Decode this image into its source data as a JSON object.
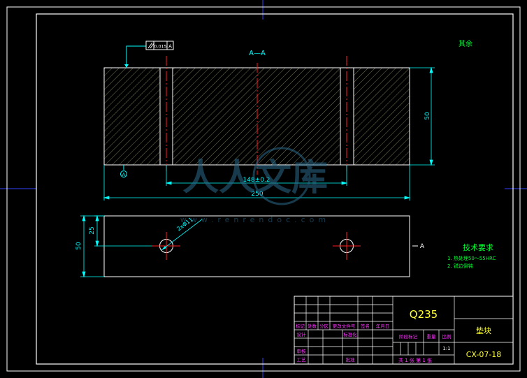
{
  "colors": {
    "background": "#000000",
    "outline": "#ffffff",
    "centerline": "#ff2020",
    "dimension": "#00ffff",
    "hatch": "#c8c890",
    "text_green": "#00ff33",
    "text_yellow": "#ffff33",
    "text_magenta": "#ff33ff",
    "frame_mark": "#3344ff",
    "watermark": "#2a6a8a"
  },
  "section": {
    "label": "A—A",
    "roughness_note": "其余",
    "tolerance_value": "0.015",
    "tolerance_datum": "A",
    "datum_marker": "A",
    "hole_spacing_dim": "148±0.2",
    "overall_length_dim": "250",
    "height_dim": "50"
  },
  "plan": {
    "outer_height_dim": "50",
    "center_height_dim": "25",
    "hole_dim": "2xΦ11",
    "section_mark": "A"
  },
  "tech_requirements": {
    "heading": "技术要求",
    "items": [
      "1. 热处理50～55HRC",
      "2. 锐边倒钝"
    ]
  },
  "title_block": {
    "material": "Q235",
    "part_name": "垫块",
    "drawing_no": "CX-07-18",
    "headers": [
      "标记",
      "处数",
      "分区",
      "更改文件号",
      "签名",
      "年月日"
    ],
    "row_design": "设计",
    "row_standardize": "标准化",
    "row_review": "审核",
    "row_process": "工艺",
    "row_approve": "批准",
    "stage_label": "阶段标记",
    "weight_label": "重量",
    "scale_label": "比例",
    "scale_value": "1:1",
    "sheet_info": "共 1 张  第 1 张"
  },
  "watermark": {
    "text": "人人文库",
    "url": "www.renrendoc.com"
  }
}
